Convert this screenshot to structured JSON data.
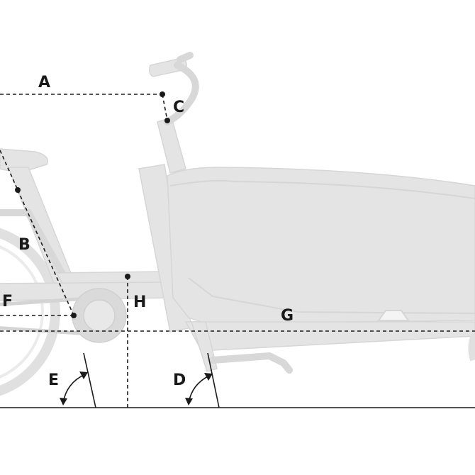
{
  "diagram": {
    "labels": {
      "A": "A",
      "B": "B",
      "C": "C",
      "D": "D",
      "E": "E",
      "F": "F",
      "G": "G",
      "H": "H"
    },
    "colors": {
      "bike_fill": "#e4e4e4",
      "line": "#1a1a1a",
      "background": "#ffffff"
    }
  }
}
